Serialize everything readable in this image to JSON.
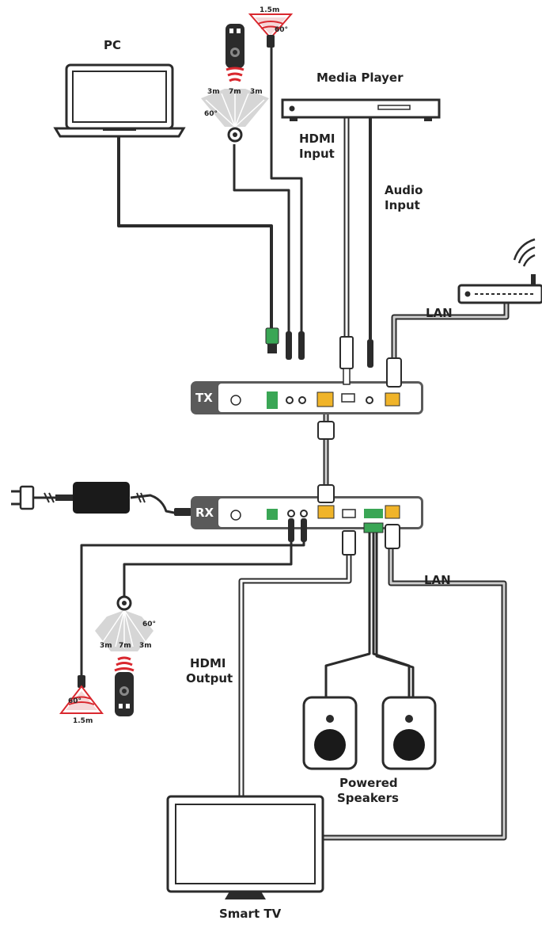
{
  "labels": {
    "pc": "PC",
    "media_player": "Media Player",
    "hdmi_input": [
      "HDMI",
      "Input"
    ],
    "audio_input": [
      "Audio",
      "Input"
    ],
    "lan_top": "LAN",
    "lan_bottom": "LAN",
    "hdmi_output": [
      "HDMI",
      "Output"
    ],
    "powered_speakers": [
      "Powered",
      "Speakers"
    ],
    "smart_tv": "Smart TV",
    "tx": "TX",
    "rx": "RX"
  },
  "ir_ranges": {
    "top_emitter": {
      "distance": "1.5m",
      "angle": "60°"
    },
    "top_receiver": {
      "left": "3m",
      "center": "7m",
      "right": "3m",
      "angle": "60°"
    },
    "bottom_receiver": {
      "left": "3m",
      "center": "7m",
      "right": "3m",
      "angle": "60°"
    },
    "bottom_emitter": {
      "distance": "1.5m",
      "angle": "60°"
    }
  },
  "colors": {
    "cable": "#2b2b2b",
    "cable_light": "#bdbdbd",
    "unit_body": "#5a5a5a",
    "ir_signal": "#d9282f",
    "ethernet_port": "#f0b429",
    "terminal_green": "#3aa655"
  }
}
